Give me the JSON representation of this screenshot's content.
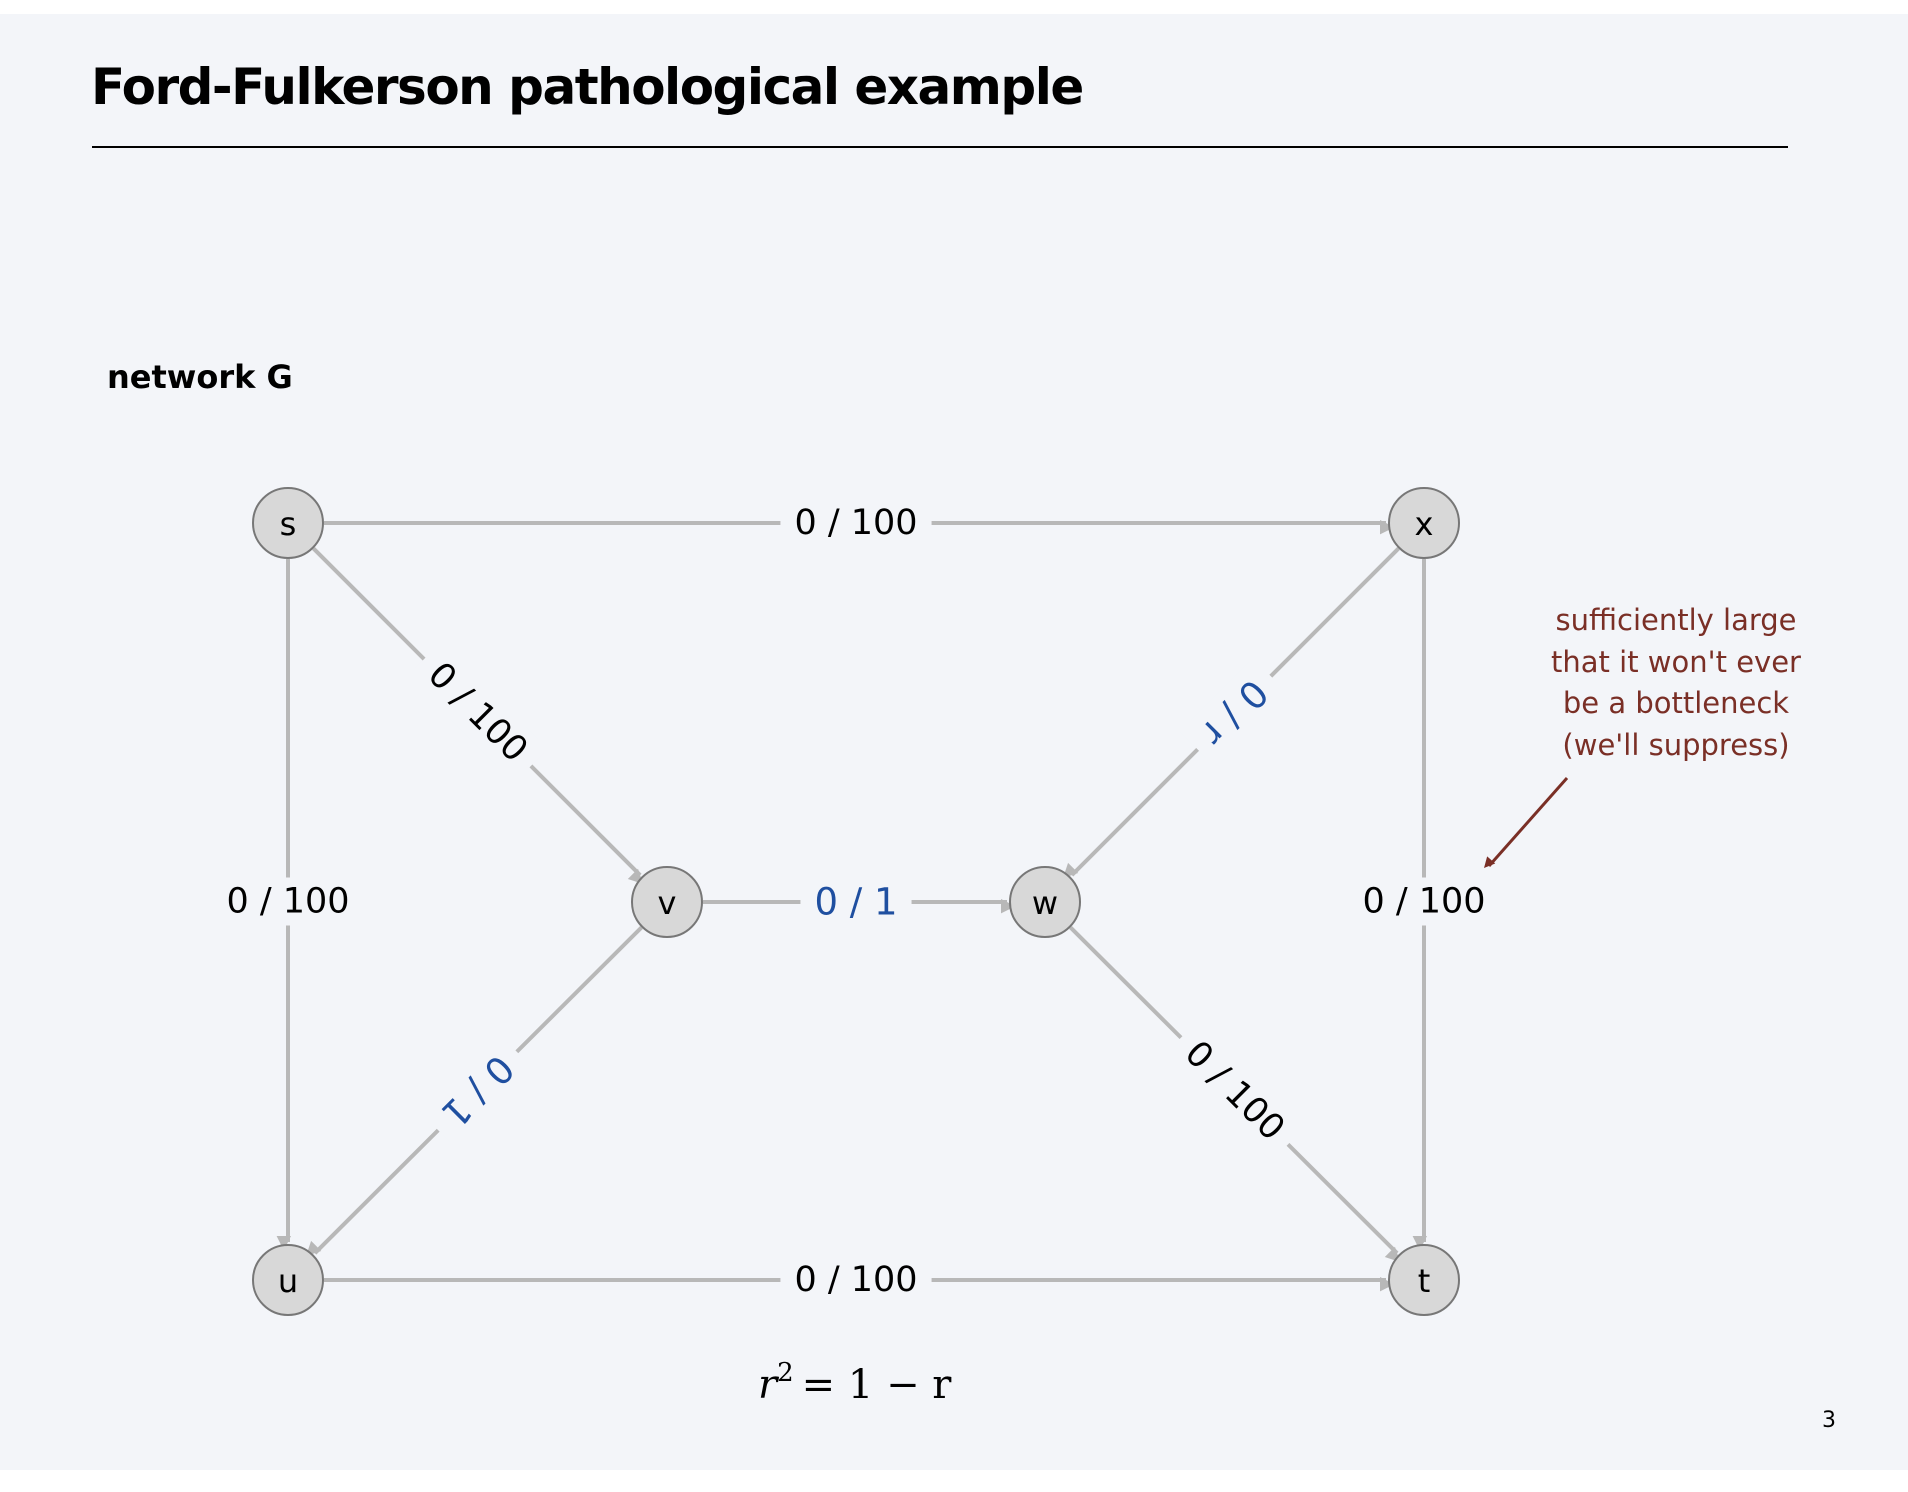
{
  "slide": {
    "title": "Ford-Fulkerson pathological example",
    "graph_label": "network G",
    "page_number": "3"
  },
  "colors": {
    "edge": "#b8b8b8",
    "node_fill": "#d8d8d8",
    "highlight_label": "#1f4fa0",
    "annotation": "#7a2f26",
    "background": "#f3f5f9"
  },
  "nodes": [
    {
      "id": "s",
      "label": "s"
    },
    {
      "id": "x",
      "label": "x"
    },
    {
      "id": "v",
      "label": "v"
    },
    {
      "id": "w",
      "label": "w"
    },
    {
      "id": "u",
      "label": "u"
    },
    {
      "id": "t",
      "label": "t"
    }
  ],
  "edges": [
    {
      "from": "s",
      "to": "x",
      "label": "0 / 100",
      "highlight": false
    },
    {
      "from": "s",
      "to": "v",
      "label": "0 / 100",
      "highlight": false
    },
    {
      "from": "s",
      "to": "u",
      "label": "0 / 100",
      "highlight": false
    },
    {
      "from": "x",
      "to": "w",
      "label": "0 / r",
      "highlight": true
    },
    {
      "from": "x",
      "to": "t",
      "label": "0 / 100",
      "highlight": false
    },
    {
      "from": "v",
      "to": "w",
      "label": "0 / 1",
      "highlight": true
    },
    {
      "from": "v",
      "to": "u",
      "label": "0 / 1",
      "highlight": true
    },
    {
      "from": "w",
      "to": "t",
      "label": "0 / 100",
      "highlight": false
    },
    {
      "from": "u",
      "to": "t",
      "label": "0 / 100",
      "highlight": false
    }
  ],
  "annotation": {
    "lines": [
      "sufficiently large",
      "that it won't ever",
      "be a bottleneck",
      "(we'll suppress)"
    ],
    "target_edge": "x-t"
  },
  "formula": {
    "base": "r",
    "exponent": "2",
    "rhs": "= 1 − r"
  }
}
